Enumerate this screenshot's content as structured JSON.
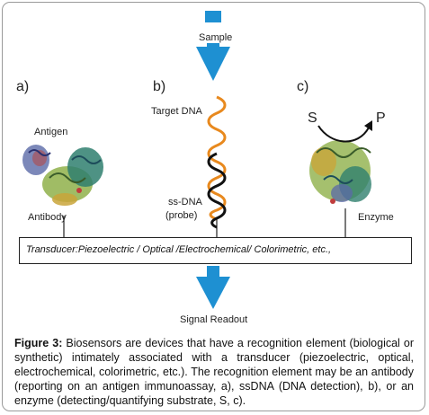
{
  "top_label": "Sample",
  "bottom_label": "Signal Readout",
  "panels": {
    "a": "a)",
    "b": "b)",
    "c": "c)"
  },
  "antigen_label": "Antigen",
  "antibody_label": "Antibody",
  "target_dna_label": "Target DNA",
  "ssdna_label_line1": "ss-DNA",
  "ssdna_label_line2": "(probe)",
  "enzyme_label": "Enzyme",
  "substrate": "S",
  "product": "P",
  "transducer_text": "Transducer:Piezoelectric / Optical /Electrochemical/ Colorimetric, etc.,",
  "caption": {
    "label": "Figure 3:",
    "text": " Biosensors are devices that have a recognition element (biological or synthetic) intimately associated with a transducer (piezoelectric, optical, electrochemical, colorimetric, etc.). The recognition element may be an antibody (reporting on an antigen immunoassay, a), ssDNA (DNA detection), b), or an enzyme (detecting/quantifying substrate, S, c)."
  },
  "colors": {
    "arrow": "#1e90d2",
    "dna_orange": "#e8891e",
    "dna_black": "#111111"
  }
}
